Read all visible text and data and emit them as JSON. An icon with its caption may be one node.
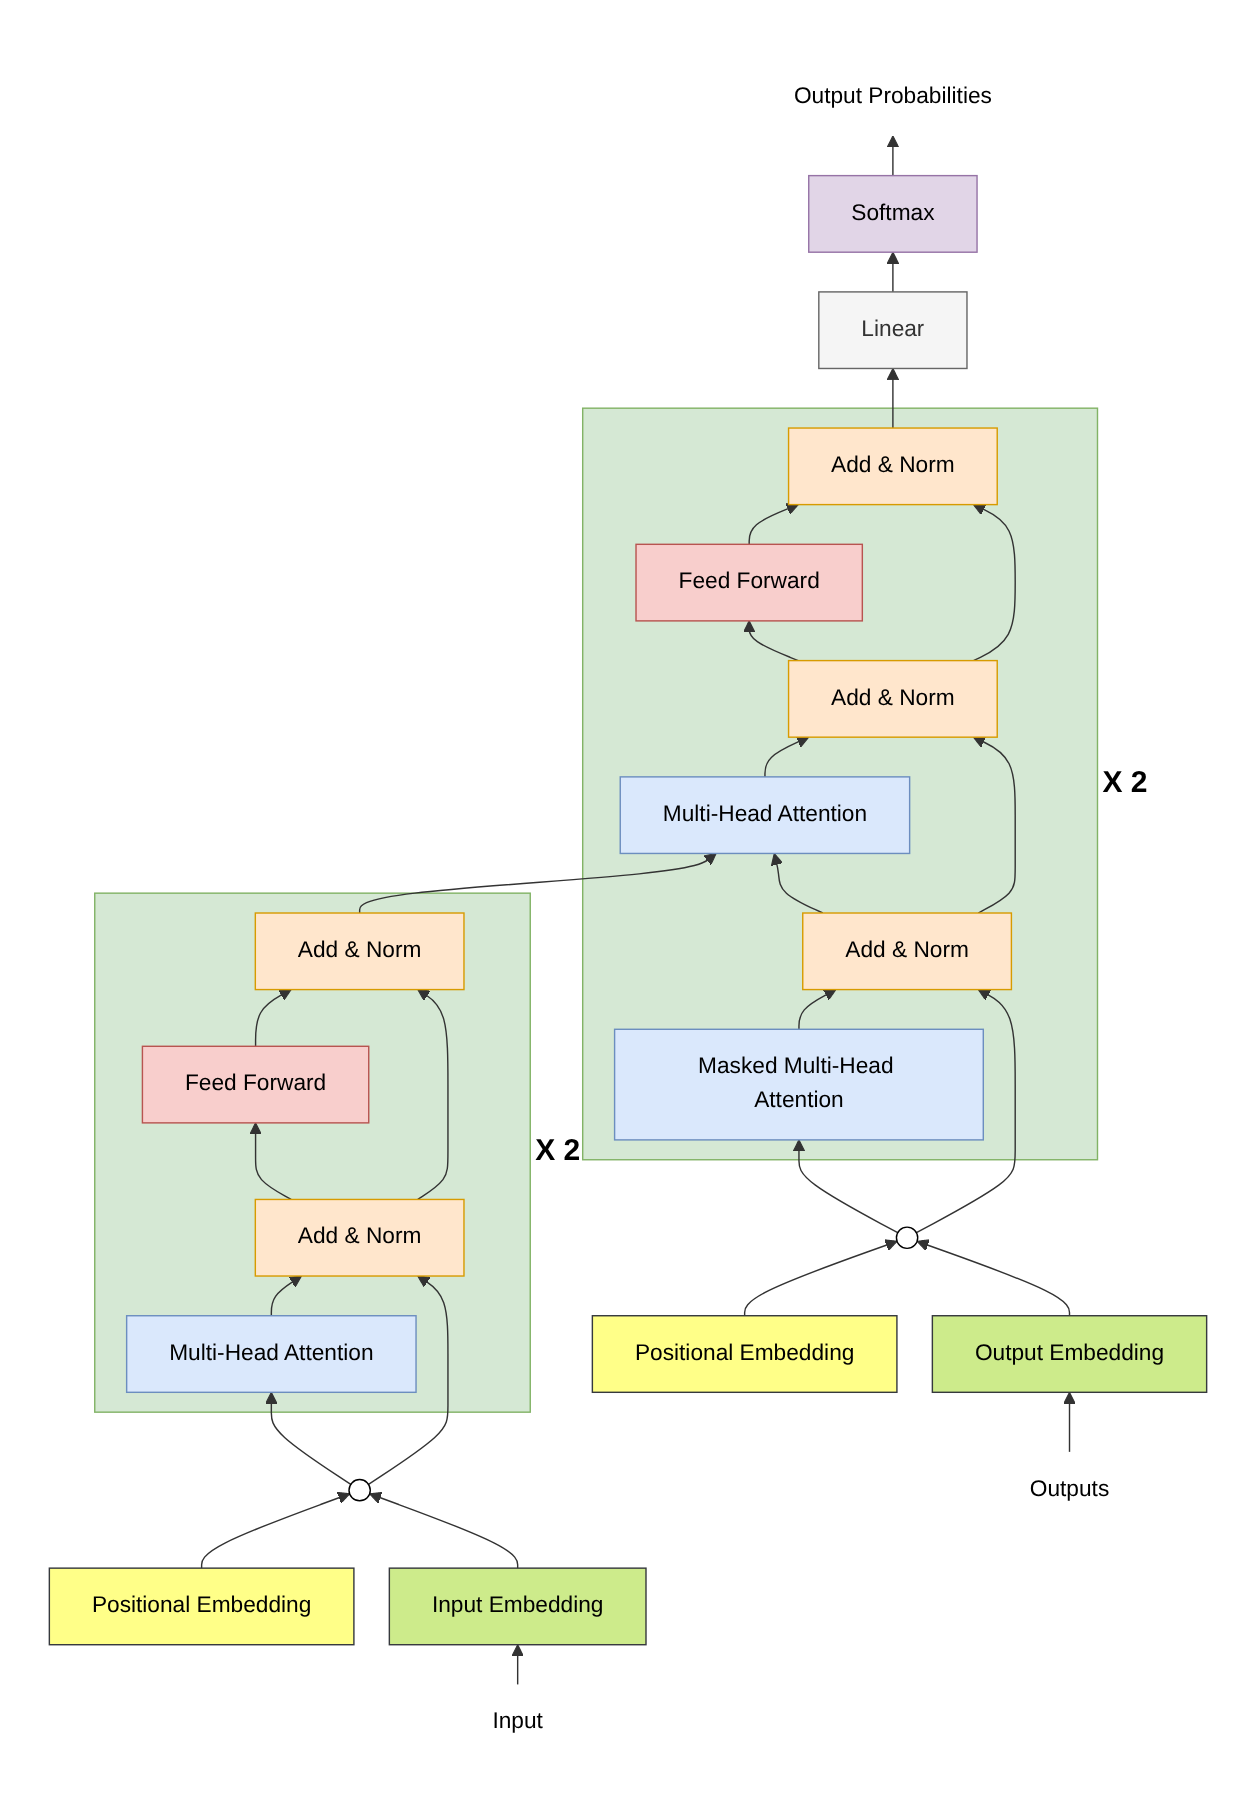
{
  "diagram": {
    "nodes": [
      {
        "text": [
          "Output Probabilities"
        ]
      },
      {
        "text": [
          "Softmax"
        ]
      },
      {
        "text": [
          "Linear"
        ]
      },
      {
        "text": [],
        "shape": "box",
        "beside": [
          "X 2"
        ]
      },
      {
        "text": [
          "Add & Norm"
        ],
        "in": 3
      },
      {
        "text": [
          "Feed Forward"
        ],
        "in": 3
      },
      {
        "text": [
          "Add & Norm"
        ],
        "in": 3
      },
      {
        "text": [
          "Multi-Head Attention"
        ],
        "in": 3
      },
      {
        "text": [
          "Add & Norm"
        ],
        "in": 3
      },
      {
        "text": [
          "Masked Multi-Head Attention"
        ],
        "in": 3
      },
      {
        "text": [],
        "shape": "box",
        "beside": [
          "X 2"
        ]
      },
      {
        "text": [
          "Add & Norm"
        ],
        "in": 10
      },
      {
        "text": [
          "Feed Forward"
        ],
        "in": 10
      },
      {
        "text": [
          "Add & Norm"
        ],
        "in": 10
      },
      {
        "text": [
          "Multi-Head Attention"
        ],
        "in": 10
      },
      {
        "text": [
          "Positional Embedding"
        ]
      },
      {
        "text": [],
        "shape": "circle"
      },
      {
        "text": [],
        "shape": "circle"
      },
      {
        "text": [
          "Positional Embedding"
        ]
      },
      {
        "text": [
          "Input Embedding"
        ]
      },
      {
        "text": [
          "Output Embedding"
        ]
      },
      {
        "text": [
          "Input"
        ]
      },
      {
        "text": [
          "Outputs"
        ]
      }
    ],
    "edges": [
      {
        "from": 21,
        "to": 19,
        "arrow": "to"
      },
      {
        "from": 19,
        "to": 16,
        "arrow": "to"
      },
      {
        "from": 15,
        "to": 16,
        "arrow": "to"
      },
      {
        "from": 16,
        "to": 14,
        "arrow": "to"
      },
      {
        "from": 16,
        "to": 13,
        "arrow": "to"
      },
      {
        "from": 14,
        "to": 13,
        "arrow": "to"
      },
      {
        "from": 13,
        "to": 12,
        "arrow": "to"
      },
      {
        "from": 13,
        "to": 11,
        "arrow": "to"
      },
      {
        "from": 12,
        "to": 11,
        "arrow": "to"
      },
      {
        "from": 11,
        "to": 7,
        "arrow": "to"
      },
      {
        "from": 22,
        "to": 20,
        "arrow": "to"
      },
      {
        "from": 20,
        "to": 17,
        "arrow": "to"
      },
      {
        "from": 18,
        "to": 17,
        "arrow": "to"
      },
      {
        "from": 17,
        "to": 9,
        "arrow": "to"
      },
      {
        "from": 17,
        "to": 8,
        "arrow": "to"
      },
      {
        "from": 9,
        "to": 8,
        "arrow": "to"
      },
      {
        "from": 8,
        "to": 7,
        "arrow": "to"
      },
      {
        "from": 8,
        "to": 6,
        "arrow": "to"
      },
      {
        "from": 7,
        "to": 6,
        "arrow": "to"
      },
      {
        "from": 6,
        "to": 5,
        "arrow": "to"
      },
      {
        "from": 6,
        "to": 4,
        "arrow": "to"
      },
      {
        "from": 5,
        "to": 4,
        "arrow": "to"
      },
      {
        "from": 4,
        "to": 2,
        "arrow": "to"
      },
      {
        "from": 2,
        "to": 1,
        "arrow": "to"
      },
      {
        "from": 1,
        "to": 0,
        "arrow": "to"
      }
    ]
  }
}
